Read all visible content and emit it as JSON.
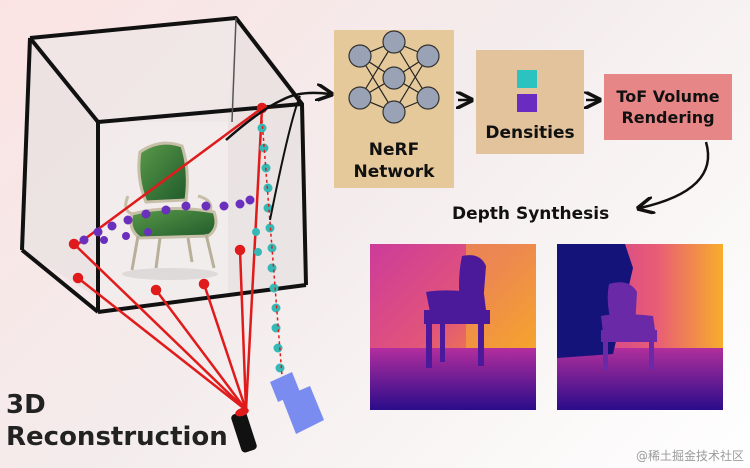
{
  "pipeline": {
    "nerf_label": "NeRF\nNetwork",
    "densities_label": "Densities",
    "render_label": "ToF Volume\nRendering"
  },
  "depth_synthesis": {
    "title": "Depth Synthesis"
  },
  "reconstruction": {
    "line1": "3D",
    "line2": "Reconstruction"
  },
  "watermark": "@稀土掘金技术社区",
  "colors": {
    "nerf_box": "#e5c99a",
    "densities_box": "#e2c39b",
    "render_box": "#e68686",
    "ray_red": "#e01b1b",
    "sample_purple": "#6b2fbd",
    "sample_teal": "#34b9b7",
    "camera": "#7a8cf0",
    "density_teal": "#2bc2c0",
    "density_purple": "#6a2bc0",
    "neuron": "#9aa3b5"
  }
}
